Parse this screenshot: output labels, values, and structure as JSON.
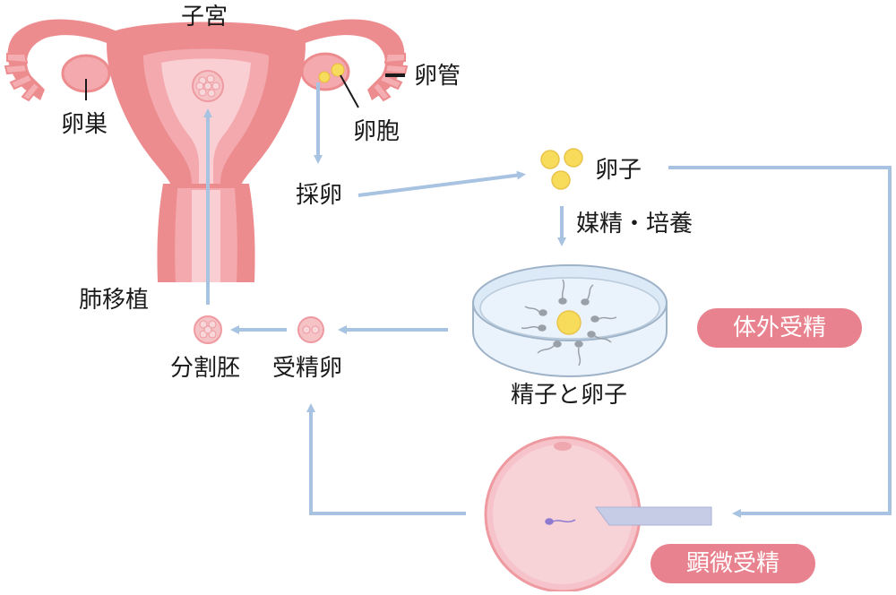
{
  "labels": {
    "uterus": "子宮",
    "ovary": "卵巣",
    "fallopian_tube": "卵管",
    "follicle": "卵胞",
    "egg_retrieval": "採卵",
    "egg": "卵子",
    "insemination_culture": "媒精・培養",
    "sperm_and_egg": "精子と卵子",
    "embryo_transfer": "肺移植",
    "cleaved_embryo": "分割胚",
    "fertilized_egg": "受精卵"
  },
  "badges": {
    "ivf": "体外受精",
    "icsi": "顕微受精"
  },
  "colors": {
    "uterus_outer": "#ed8c8f",
    "uterus_inner": "#f9cfd3",
    "uterus_mid": "#f3a9ad",
    "arrow": "#a7c3e1",
    "egg_yellow": "#f7dc5c",
    "badge": "#e8828e",
    "dish_blue": "#dce9f7",
    "oocyte_pink": "#f6c3cb",
    "pipette": "#c6cbe6"
  }
}
